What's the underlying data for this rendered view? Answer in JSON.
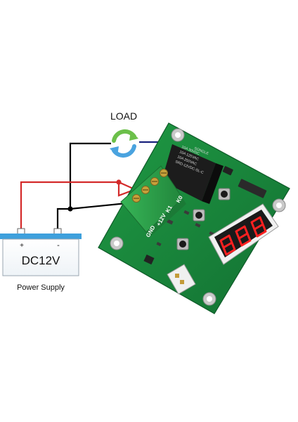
{
  "load_label": "LOAD",
  "supply": {
    "voltage_label": "DC12V",
    "plus_label": "+",
    "minus_label": "-",
    "caption": "Power Supply"
  },
  "board": {
    "terminal_labels": [
      "K0",
      "K1",
      "+12V",
      "GND"
    ],
    "relay_text": [
      "SRD-12VDC-SL-C",
      "10A 250VAC",
      "10A 125VAC",
      "10A 30VDC",
      "SONGLE"
    ]
  },
  "colors": {
    "pcb": "#1a8a3a",
    "terminal": "#2ea84a",
    "relay": "#1c1c1c",
    "display_digits": "#ff2020",
    "supply_blue": "#3ea0dc",
    "wire_red": "#d42a2a",
    "wire_black": "#000000",
    "wire_navy": "#1a237e",
    "arrow_green": "#6cc04a",
    "arrow_blue": "#4aa3df"
  }
}
